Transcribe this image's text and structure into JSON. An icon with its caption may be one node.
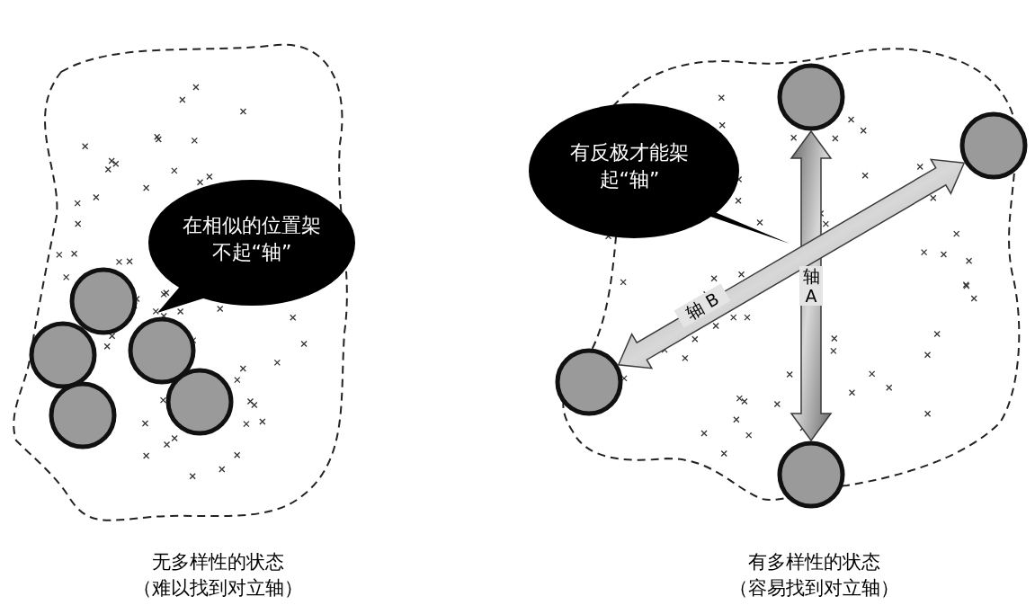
{
  "diagram": {
    "nodes": [
      {
        "text": [],
        "shape": "cloud"
      },
      {
        "text": [
          "在相似的位置架不起“轴”"
        ],
        "in": 0
      },
      {
        "text": [],
        "shape": "circle",
        "in": 0
      },
      {
        "text": [],
        "shape": "circle",
        "in": 0
      },
      {
        "text": [],
        "shape": "circle",
        "in": 0
      },
      {
        "text": [],
        "shape": "circle",
        "in": 0
      },
      {
        "text": [],
        "shape": "circle",
        "in": 0
      },
      {
        "text": [],
        "shape": "cloud"
      },
      {
        "text": [
          "有反极才能架起“轴”"
        ],
        "in": 7
      },
      {
        "text": [],
        "shape": "circle",
        "in": 7
      },
      {
        "text": [],
        "shape": "circle",
        "in": 7
      },
      {
        "text": [],
        "shape": "circle",
        "in": 7
      },
      {
        "text": [],
        "shape": "circle",
        "in": 7
      }
    ],
    "edges": [
      {
        "from": 9,
        "to": 12,
        "arrow": "both",
        "label": "轴 A",
        "style": "thick"
      },
      {
        "from": 10,
        "to": 11,
        "arrow": "both",
        "label": "轴 B",
        "style": "thick"
      }
    ],
    "labels": [
      "无多样性的状态",
      "（难以找到对立轴）",
      "有多样性的状态",
      "（容易找到对立轴）"
    ]
  }
}
